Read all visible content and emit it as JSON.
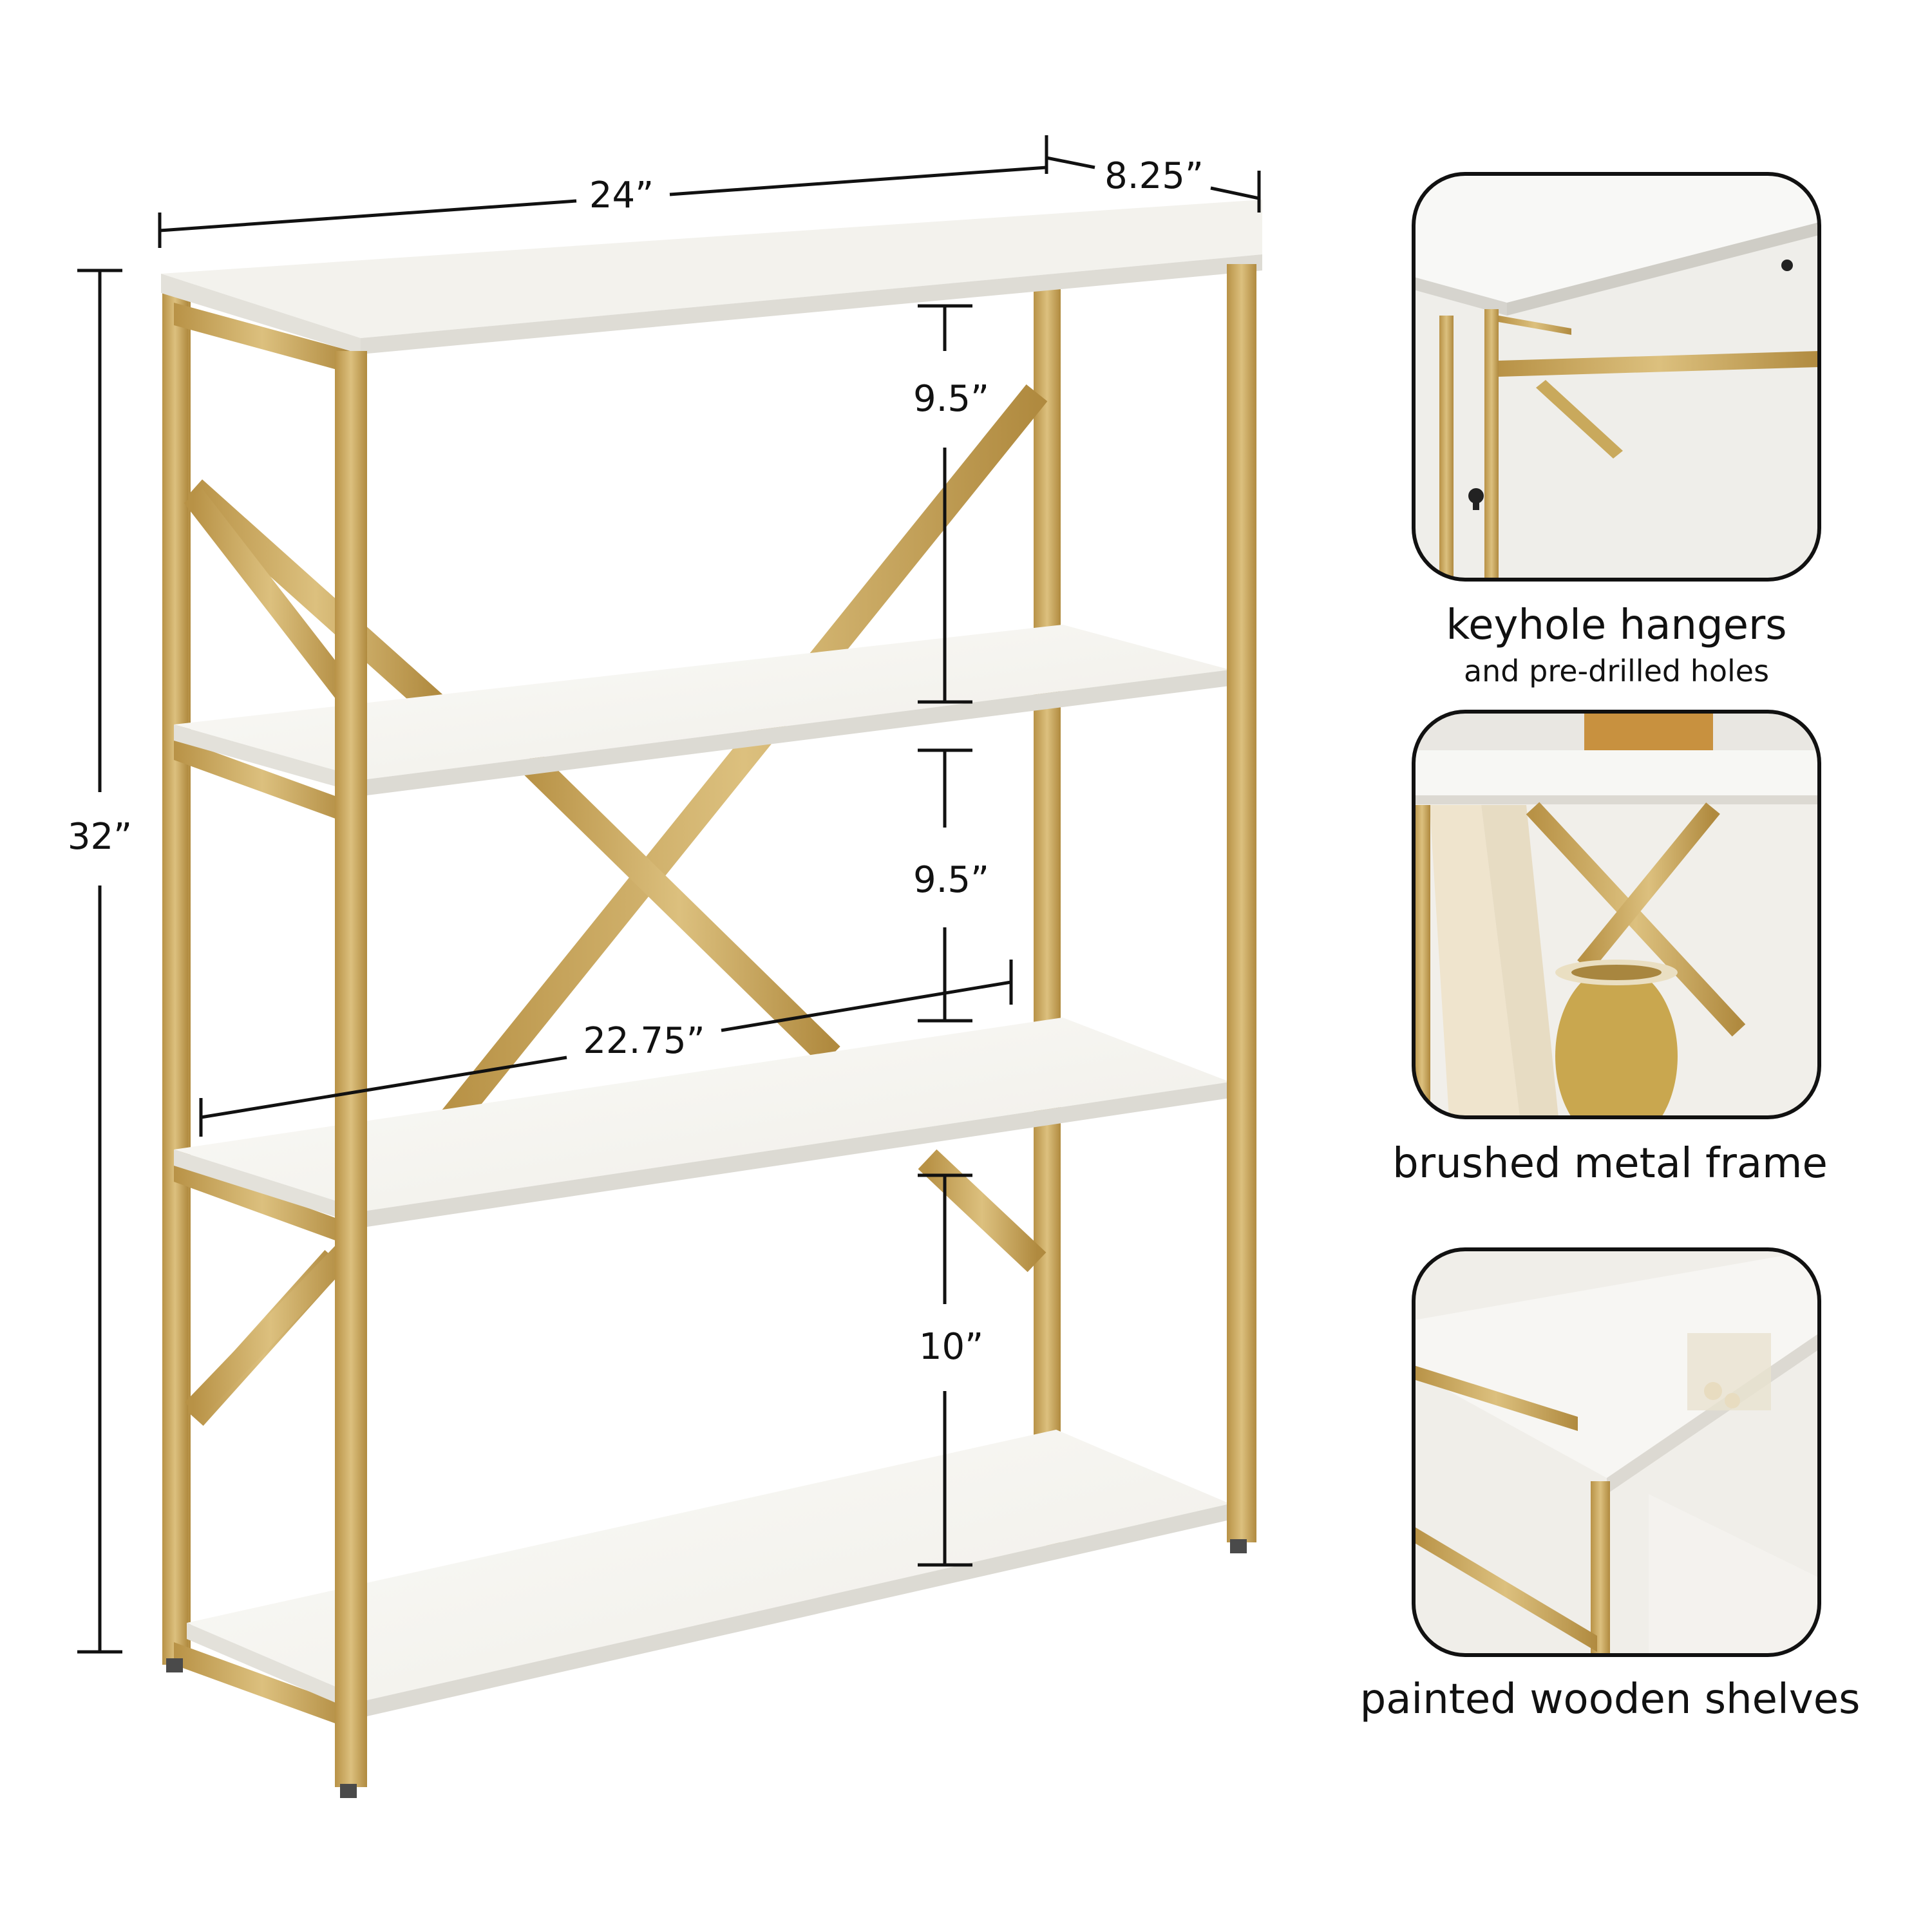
{
  "dimensions": {
    "width": "24”",
    "depth": "8.25”",
    "height": "32”",
    "shelf_gap_1": "9.5”",
    "shelf_gap_2": "9.5”",
    "shelf_gap_3": "10”",
    "inner_width": "22.75”"
  },
  "features": [
    {
      "title": "keyhole hangers",
      "subtitle": "and pre-drilled holes"
    },
    {
      "title": "brushed metal frame"
    },
    {
      "title": "painted wooden shelves"
    }
  ],
  "colors": {
    "frame_gold": "#c8a458",
    "frame_gold_dark": "#a9863f",
    "shelf_white": "#f6f5f1",
    "shelf_edge": "#e2e0da",
    "ink": "#111111"
  }
}
